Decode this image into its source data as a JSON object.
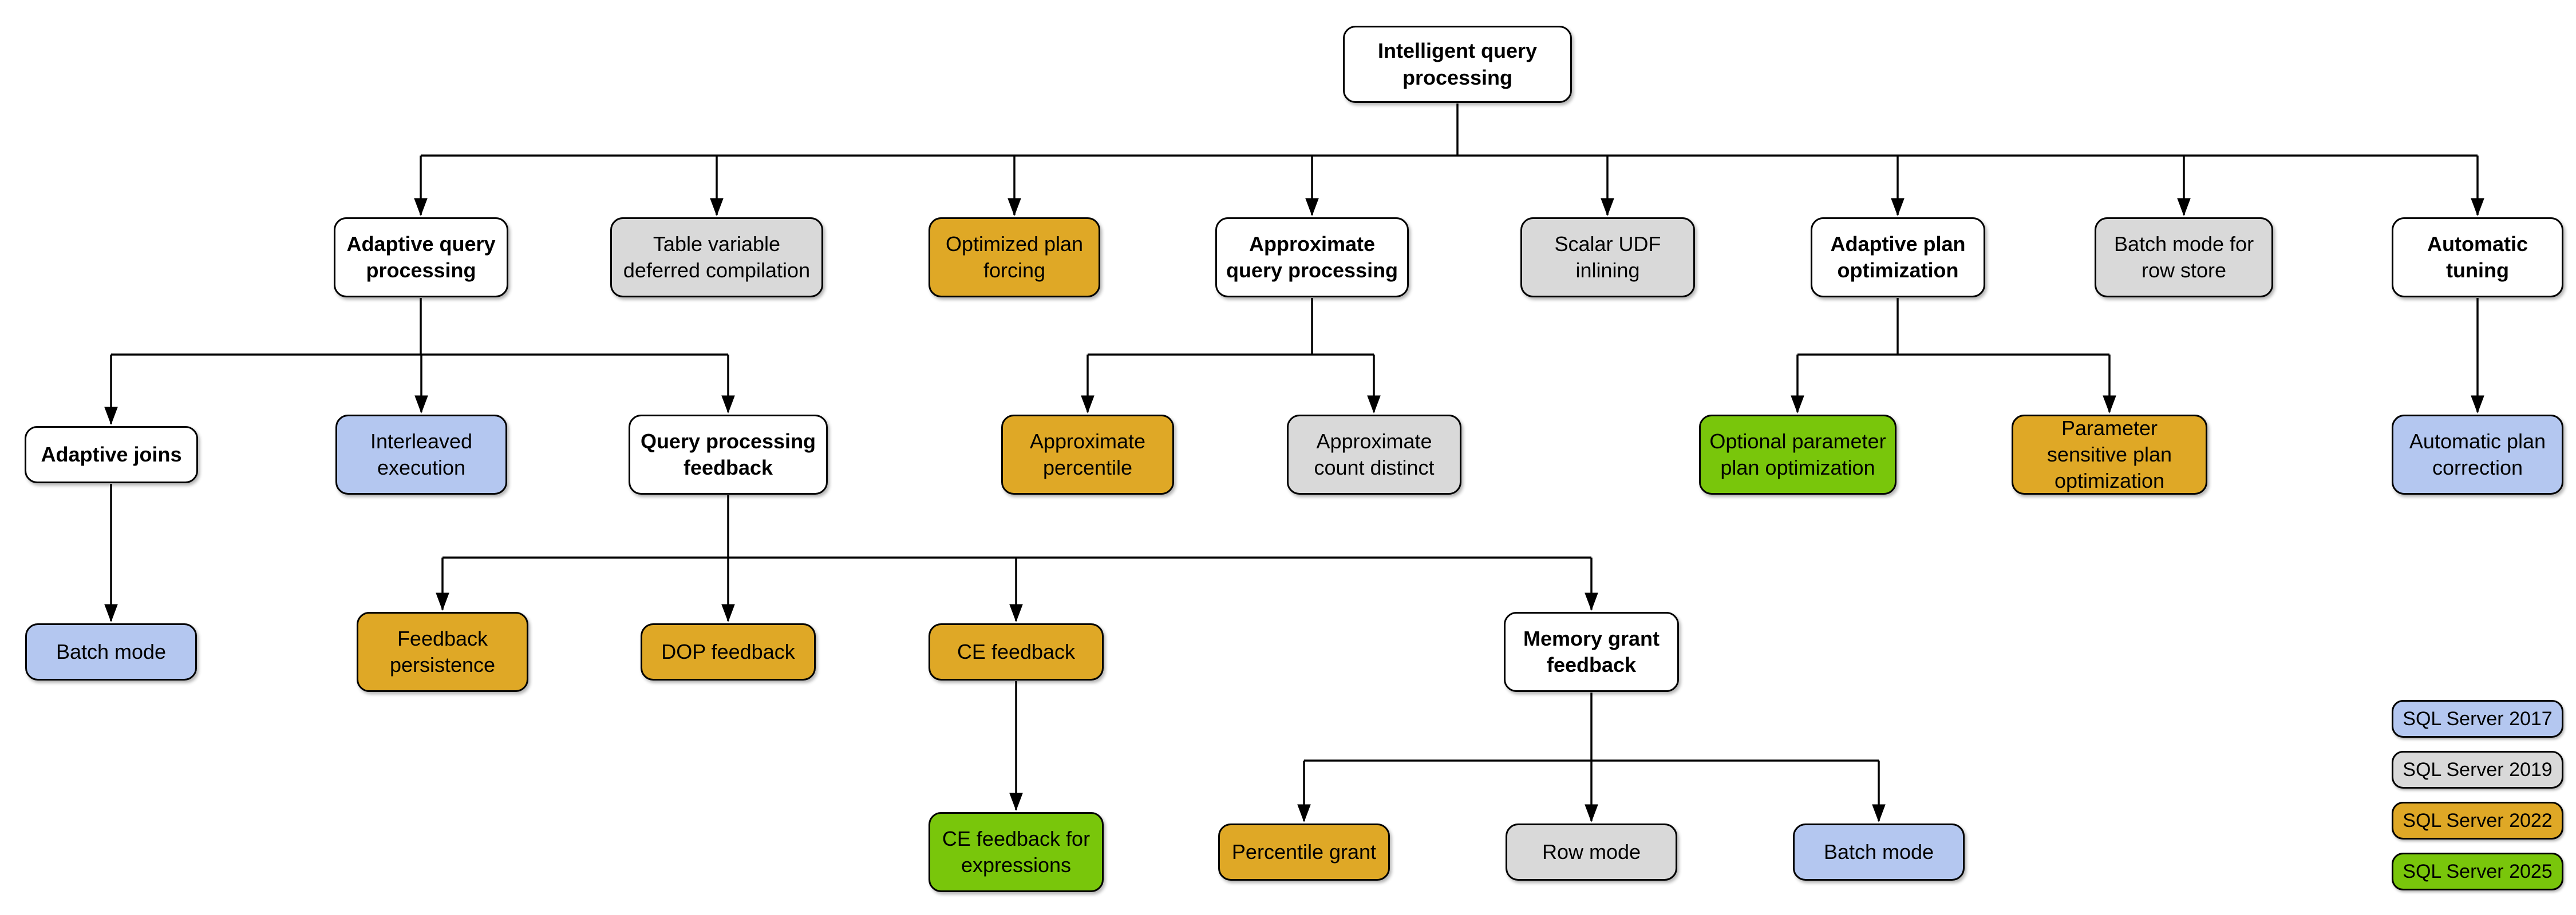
{
  "diagram": {
    "nodes": [
      {
        "id": "intelligent-query-processing",
        "label": "Intelligent query processing",
        "version": "category"
      },
      {
        "id": "adaptive-query-processing",
        "label": "Adaptive query processing",
        "version": "category"
      },
      {
        "id": "table-variable-deferred-compilation",
        "label": "Table variable deferred compilation",
        "version": "2019"
      },
      {
        "id": "optimized-plan-forcing",
        "label": "Optimized plan forcing",
        "version": "2022"
      },
      {
        "id": "approximate-query-processing",
        "label": "Approximate query processing",
        "version": "category"
      },
      {
        "id": "scalar-udf-inlining",
        "label": "Scalar UDF inlining",
        "version": "2019"
      },
      {
        "id": "adaptive-plan-optimization",
        "label": "Adaptive plan optimization",
        "version": "category"
      },
      {
        "id": "batch-mode-for-row-store",
        "label": "Batch mode for row store",
        "version": "2019"
      },
      {
        "id": "automatic-tuning",
        "label": "Automatic tuning",
        "version": "category"
      },
      {
        "id": "adaptive-joins",
        "label": "Adaptive joins",
        "version": "category"
      },
      {
        "id": "interleaved-execution",
        "label": "Interleaved execution",
        "version": "2017"
      },
      {
        "id": "query-processing-feedback",
        "label": "Query processing feedback",
        "version": "category"
      },
      {
        "id": "approximate-percentile",
        "label": "Approximate percentile",
        "version": "2022"
      },
      {
        "id": "approximate-count-distinct",
        "label": "Approximate count distinct",
        "version": "2019"
      },
      {
        "id": "optional-parameter-plan-optimization",
        "label": "Optional parameter plan optimization",
        "version": "2025"
      },
      {
        "id": "parameter-sensitive-plan-optimization",
        "label": "Parameter sensitive plan optimization",
        "version": "2022"
      },
      {
        "id": "automatic-plan-correction",
        "label": "Automatic plan correction",
        "version": "2017"
      },
      {
        "id": "batch-mode-under-adaptive-joins",
        "label": "Batch mode",
        "version": "2017"
      },
      {
        "id": "feedback-persistence",
        "label": "Feedback persistence",
        "version": "2022"
      },
      {
        "id": "dop-feedback",
        "label": "DOP feedback",
        "version": "2022"
      },
      {
        "id": "ce-feedback",
        "label": "CE feedback",
        "version": "2022"
      },
      {
        "id": "memory-grant-feedback",
        "label": "Memory grant feedback",
        "version": "category"
      },
      {
        "id": "ce-feedback-for-expressions",
        "label": "CE feedback for expressions",
        "version": "2025"
      },
      {
        "id": "percentile-grant",
        "label": "Percentile grant",
        "version": "2022"
      },
      {
        "id": "row-mode",
        "label": "Row mode",
        "version": "2019"
      },
      {
        "id": "batch-mode-under-memory-grant",
        "label": "Batch mode",
        "version": "2017"
      }
    ]
  },
  "legend": {
    "items": [
      {
        "label": "SQL Server 2017",
        "version": "2017"
      },
      {
        "label": "SQL Server 2019",
        "version": "2019"
      },
      {
        "label": "SQL Server 2022",
        "version": "2022"
      },
      {
        "label": "SQL Server 2025",
        "version": "2025"
      }
    ]
  },
  "colors": {
    "2017": "#b4c7f0",
    "2019": "#d9d9d9",
    "2022": "#dfa826",
    "2025": "#79c60b",
    "category": "#ffffff",
    "border": "#000000"
  }
}
